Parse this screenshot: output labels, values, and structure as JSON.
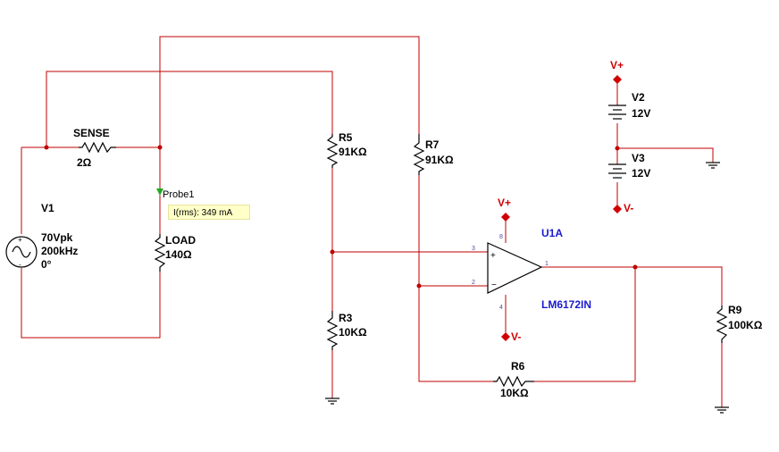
{
  "components": {
    "v1": {
      "ref": "V1",
      "amplitude": "70Vpk",
      "frequency": "200kHz",
      "phase": "0°"
    },
    "sense": {
      "ref": "SENSE",
      "value": "2Ω"
    },
    "load": {
      "ref": "LOAD",
      "value": "140Ω"
    },
    "r5": {
      "ref": "R5",
      "value": "91KΩ"
    },
    "r7": {
      "ref": "R7",
      "value": "91KΩ"
    },
    "r3": {
      "ref": "R3",
      "value": "10KΩ"
    },
    "r6": {
      "ref": "R6",
      "value": "10KΩ"
    },
    "r9": {
      "ref": "R9",
      "value": "100KΩ"
    },
    "v2": {
      "ref": "V2",
      "value": "12V"
    },
    "v3": {
      "ref": "V3",
      "value": "12V"
    },
    "u1a": {
      "ref": "U1A",
      "part": "LM6172IN",
      "pins": {
        "noninv": "3",
        "inv": "2",
        "out": "1",
        "vplus": "8",
        "vminus": "4"
      }
    }
  },
  "rails": {
    "vplus": "V+",
    "vminus": "V-"
  },
  "probe": {
    "name": "Probe1",
    "reading": "I(rms): 349 mA"
  },
  "colors": {
    "wire": "#c00000",
    "component": "#000000",
    "opamp_label": "#1a1ad0",
    "rail": "#d00000",
    "probe_box": "#ffffc8",
    "probe_arrow": "#22aa22"
  }
}
